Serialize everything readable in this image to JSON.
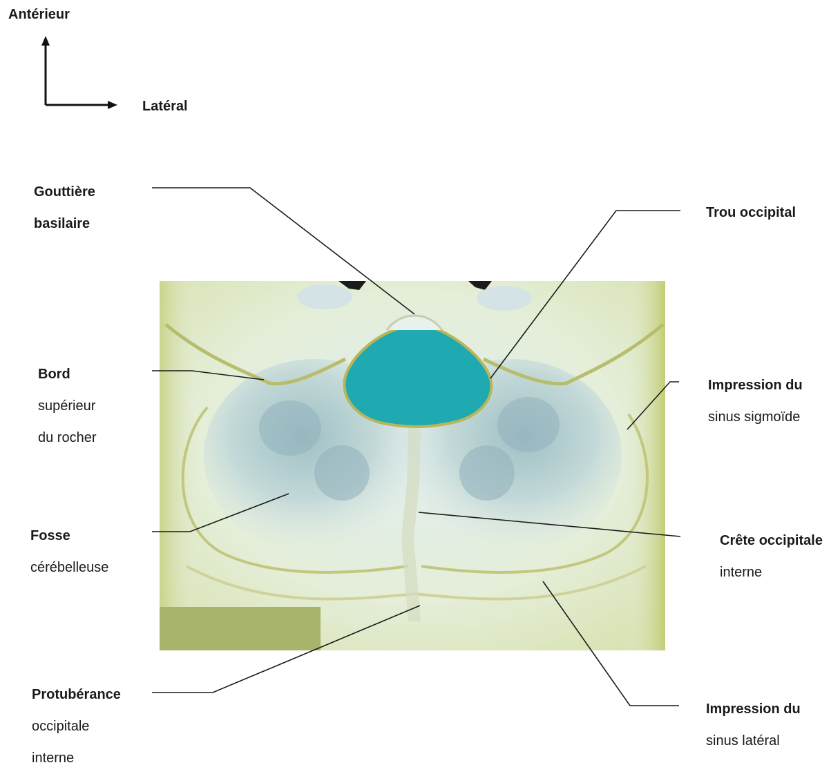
{
  "orientation": {
    "vertical": "Antérieur",
    "horizontal": "Latéral"
  },
  "labels": {
    "gouttiere": [
      "Gouttière",
      "basilaire"
    ],
    "bord": [
      "Bord",
      "supérieur",
      "du rocher"
    ],
    "fosse": [
      "Fosse",
      "cérébelleuse"
    ],
    "protuberance": [
      "Protubérance",
      "occipitale",
      "interne"
    ],
    "trou": [
      "Trou occipital"
    ],
    "sigmoide": [
      "Impression du",
      "sinus sigmoïde"
    ],
    "crete": [
      "Crête occipitale",
      "interne"
    ],
    "lateral_sinus": [
      "Impression du",
      "sinus latéral"
    ]
  },
  "colors": {
    "foramen": "#1fa9b0",
    "bone": "#e6efd9",
    "fossa": "#b9d2cf",
    "redaction_box": "#a8b46a"
  }
}
